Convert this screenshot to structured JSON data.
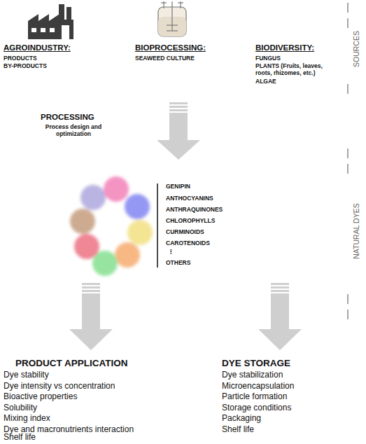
{
  "diagram": {
    "labels": [
      "AGROINDUSTRY:",
      "PRODUCTS",
      "BY-PRODUCTS",
      "BIOPROCESSING:",
      "SEAWEED CULTURE",
      "BIODIVERSITY:",
      "FUNGUS",
      "PLANTS (Fruits, leaves, roots, rhizomes, etc.)",
      "ALGAE",
      "SOURCES",
      "PROCESSING",
      "Process design and optimization",
      "GENIPIN",
      "ANTHOCYANINS",
      "ANTHRAQUINONES",
      "CHLOROPHYLLS",
      "CURMINOIDS",
      "CAROTENOIDS",
      "⋮",
      "OTHERS",
      "NATURAL DYES",
      "PRODUCT APPLICATION",
      "Dye stability",
      "Dye intensity vs concentration",
      "Bioactive properties",
      "Solubility",
      "Mixing index",
      "Dye and macronutrients interaction",
      "Shelf life",
      "DYE STORAGE",
      "Dye stabilization",
      "Microencapsulation",
      "Particle formation",
      "Storage conditions",
      "Packaging",
      "Shelf life"
    ]
  }
}
